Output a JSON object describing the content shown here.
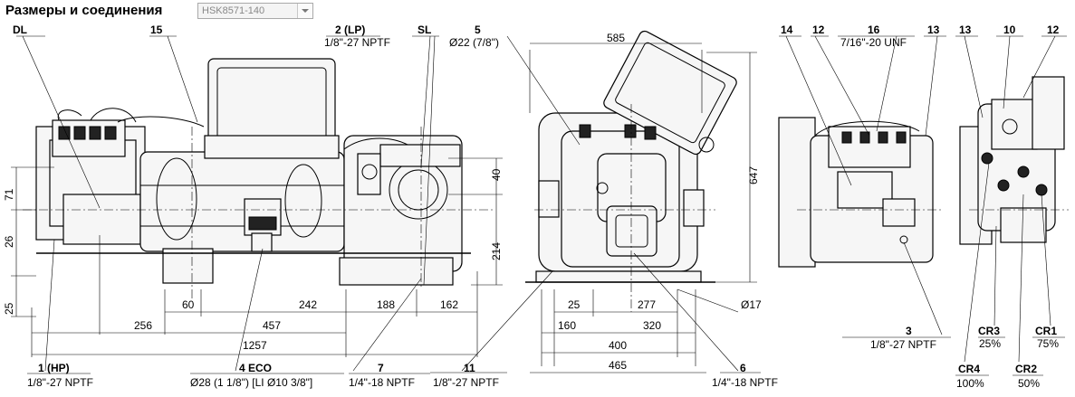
{
  "header": {
    "title": "Размеры и соединения",
    "model_select": {
      "value": "HSK8571-140"
    }
  },
  "callouts": {
    "dl": "DL",
    "c15": "15",
    "c2_num": "2 (LP)",
    "c2_spec": "1/8\"-27 NPTF",
    "sl": "SL",
    "c5_num": "5",
    "c5_spec": "Ø22 (7/8\")",
    "c14": "14",
    "c12a": "12",
    "c16_num": "16",
    "c16_spec": "7/16\"-20 UNF",
    "c13a": "13",
    "c13b": "13",
    "c10": "10",
    "c12b": "12",
    "c1_num": "1 (HP)",
    "c1_spec": "1/8\"-27 NPTF",
    "c4_num": "4 ECO",
    "c4_spec": "Ø28 (1 1/8\")   [LI Ø10 3/8\"]",
    "c7_num": "7",
    "c7_spec": "1/4\"-18 NPTF",
    "c11_num": "11",
    "c11_spec": "1/8\"-27 NPTF",
    "c6_num": "6",
    "c6_spec": "1/4\"-18 NPTF",
    "c3_num": "3",
    "c3_spec": "1/8\"-27 NPTF",
    "cr3_num": "CR3",
    "cr3_val": "25%",
    "cr1_num": "CR1",
    "cr1_val": "75%",
    "cr4_num": "CR4",
    "cr4_val": "100%",
    "cr2_num": "CR2",
    "cr2_val": "50%"
  },
  "dimensions": {
    "d71": "71",
    "d26": "26",
    "d25": "25",
    "d60": "60",
    "d256": "256",
    "d242": "242",
    "d188": "188",
    "d162": "162",
    "d457": "457",
    "d1257": "1257",
    "d40": "40",
    "d214": "214",
    "d585": "585",
    "d647": "647",
    "d25b": "25",
    "d277": "277",
    "d17": "Ø17",
    "d160": "160",
    "d320": "320",
    "d400": "400",
    "d465": "465"
  }
}
